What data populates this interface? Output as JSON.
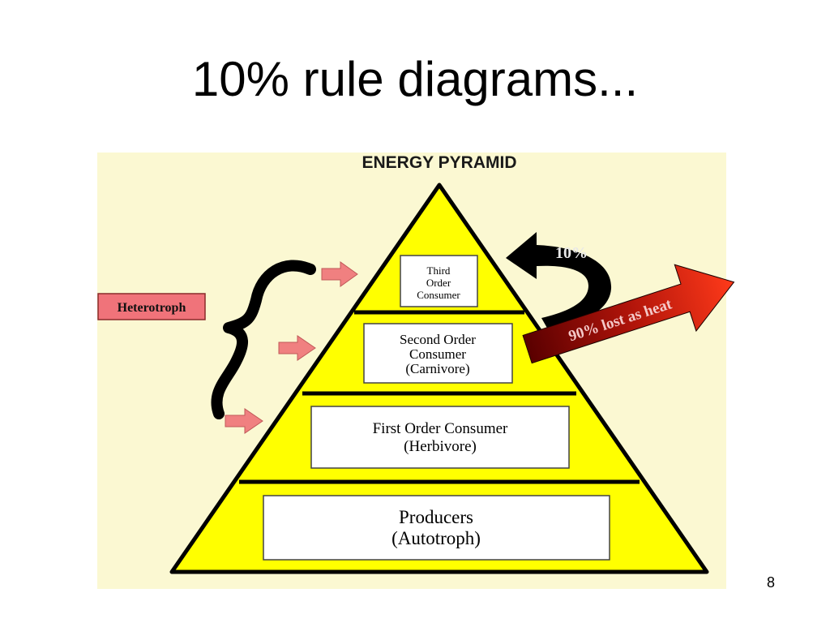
{
  "slide": {
    "title": "10% rule diagrams...",
    "page_number": "8"
  },
  "diagram": {
    "heading": "ENERGY PYRAMID",
    "side_label": "Heterotroph",
    "levels": [
      {
        "lines": [
          "Third",
          "Order",
          "Consumer"
        ]
      },
      {
        "lines": [
          "Second Order",
          "Consumer",
          "(Carnivore)"
        ]
      },
      {
        "lines": [
          "First Order Consumer",
          "(Herbivore)"
        ]
      },
      {
        "lines": [
          "Producers",
          "(Autotroph)"
        ]
      }
    ],
    "transfer_label": "10%",
    "heat_label": "90% lost as heat",
    "colors": {
      "background": "#fbf8d2",
      "pyramid_fill": "#ffff00",
      "outline": "#000000",
      "pointer_arrow": "#f08080",
      "side_label_fill": "#f0737a",
      "heat_arrow_start": "#5a0000",
      "heat_arrow_end": "#ff3a1a"
    }
  }
}
